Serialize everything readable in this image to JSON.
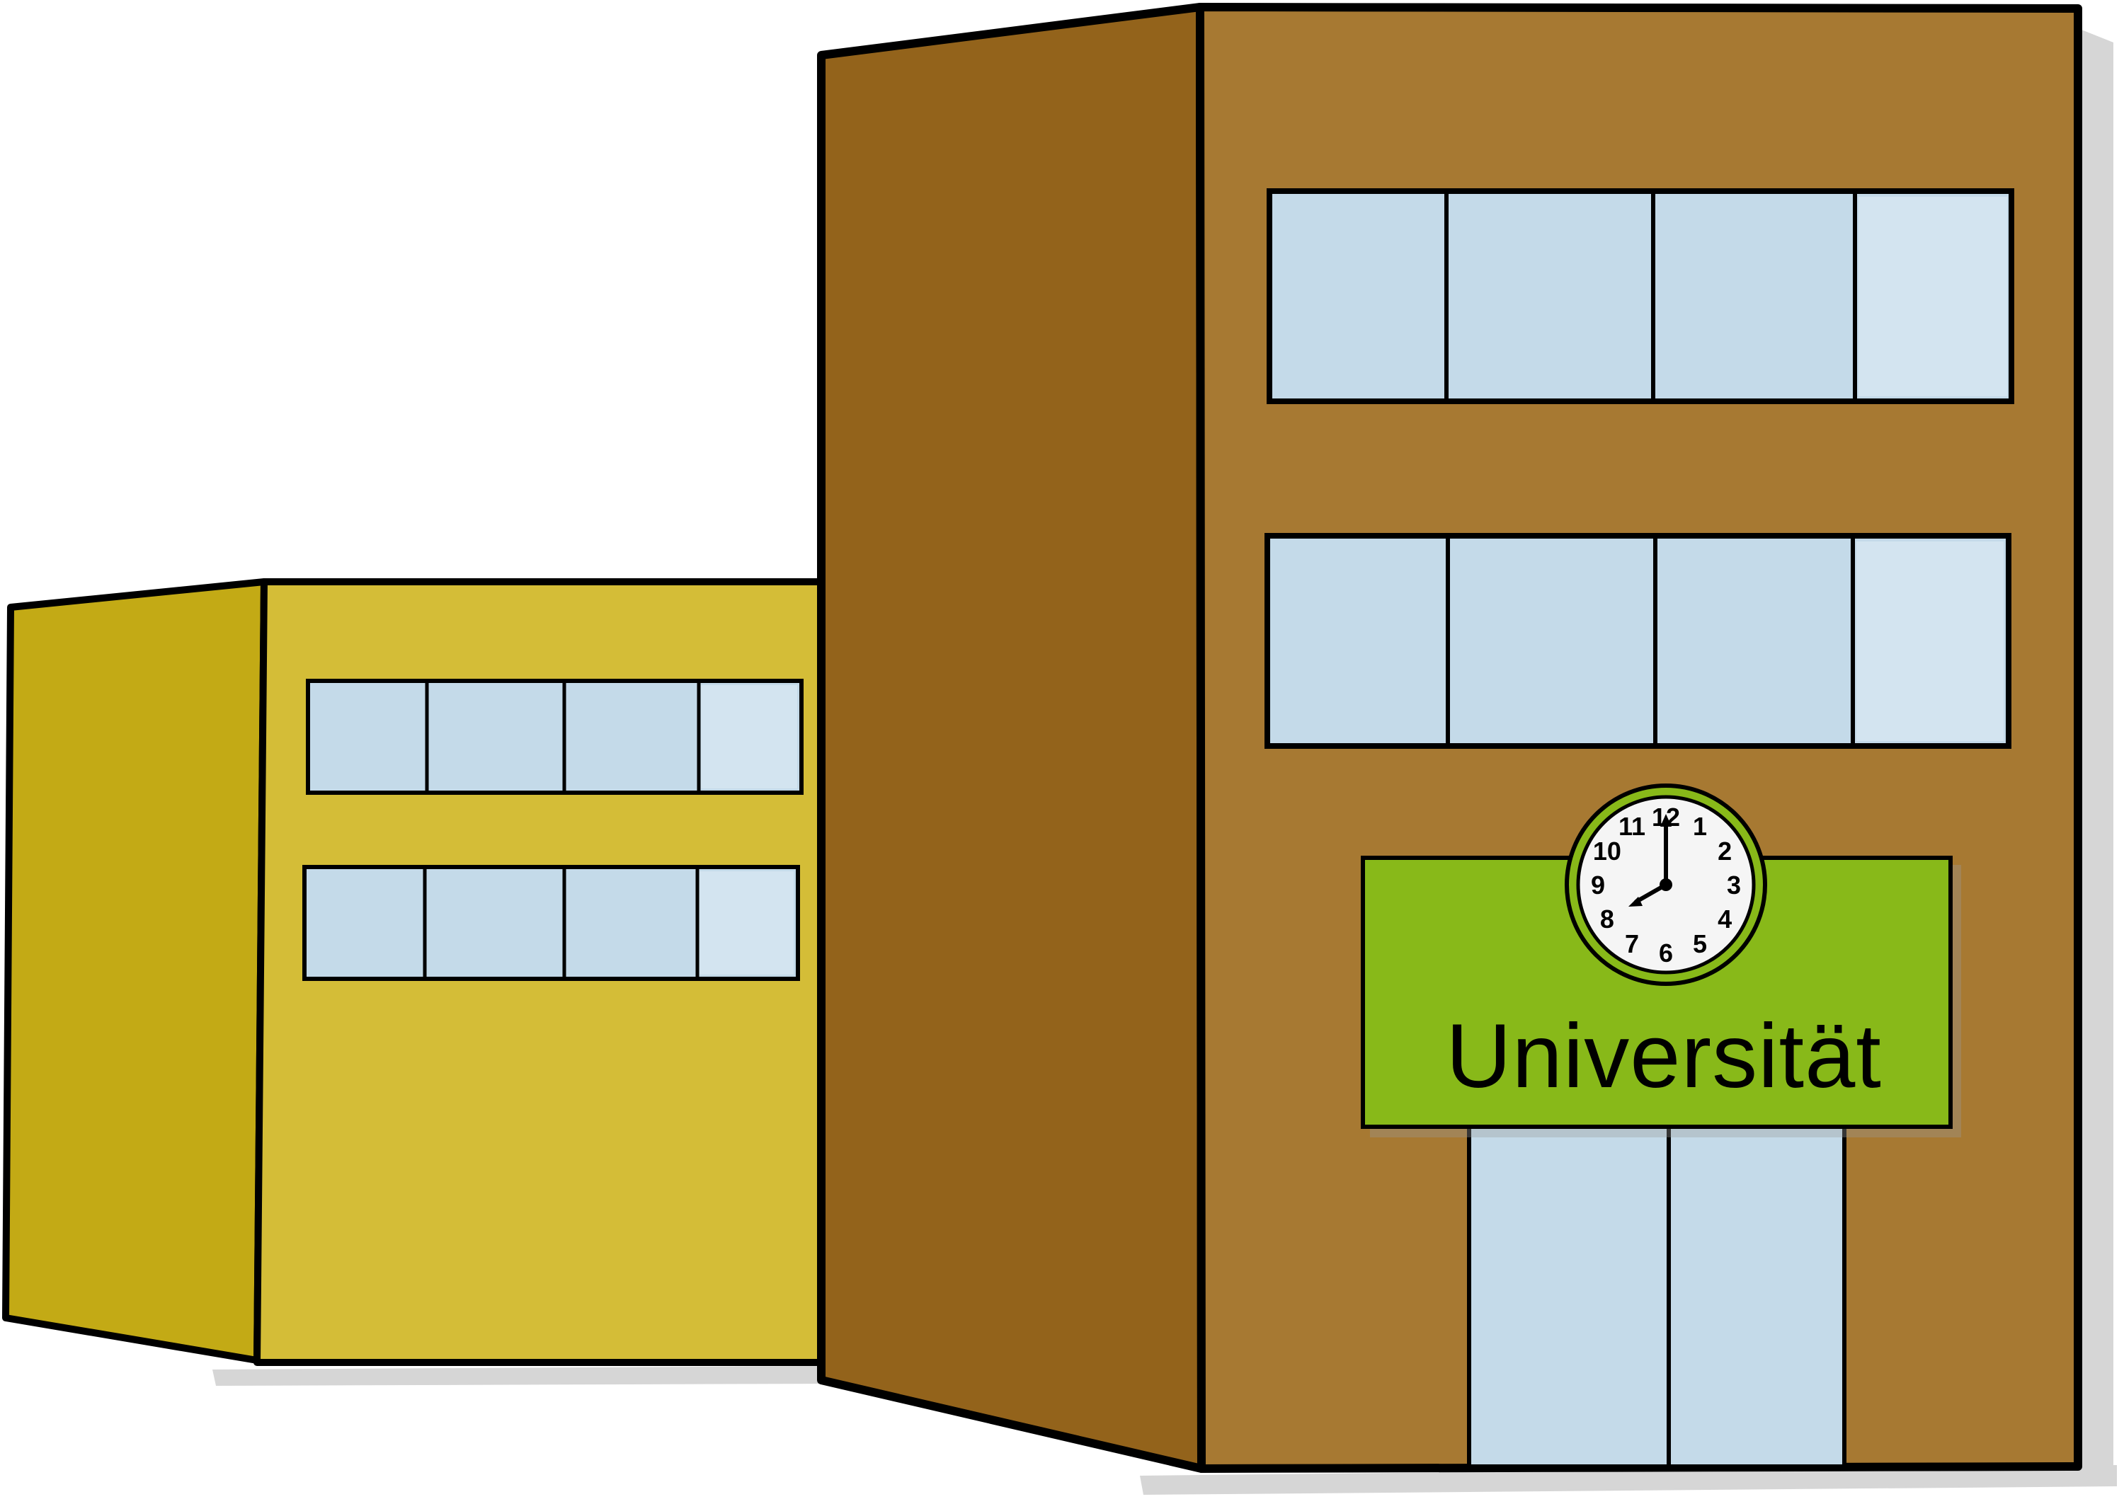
{
  "sign": {
    "label": "Universität"
  },
  "clock": {
    "numerals": [
      "12",
      "1",
      "2",
      "3",
      "4",
      "5",
      "6",
      "7",
      "8",
      "9",
      "10",
      "11"
    ],
    "time_shown": "8:00"
  },
  "colors": {
    "small_building_side": "#c3aa15",
    "small_building_front": "#d4bd37",
    "tall_building_side": "#93631b",
    "tall_building_front": "#a77932",
    "window_glass": "#c4dae9",
    "window_glass_light": "#d3e4f0",
    "sign_green": "#88b919",
    "clock_face": "#f5f5f5",
    "outline": "#000000",
    "shadow": "#d6d6d6"
  },
  "icons": {
    "small_building": "building-icon",
    "tall_building": "building-icon",
    "clock": "clock-icon"
  }
}
